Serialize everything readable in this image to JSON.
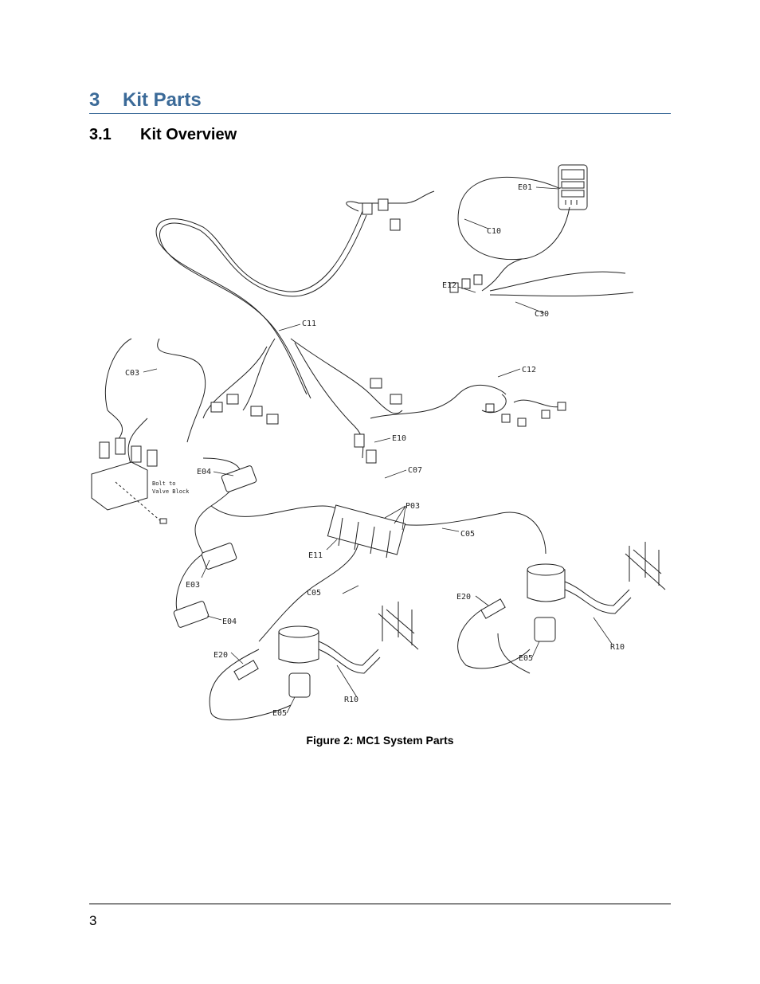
{
  "section": {
    "number": "3",
    "title": "Kit Parts"
  },
  "subsection": {
    "number": "3.1",
    "title": "Kit Overview"
  },
  "figure": {
    "caption": "Figure 2: MC1 System Parts",
    "callouts": {
      "e01": "E01",
      "c10": "C10",
      "e12": "E12",
      "c30": "C30",
      "c11": "C11",
      "c03": "C03",
      "c12": "C12",
      "e10": "E10",
      "c07": "C07",
      "e04a": "E04",
      "p03": "P03",
      "c05a": "C05",
      "e11": "E11",
      "e03": "E03",
      "e04b": "E04",
      "c05b": "C05",
      "e20a": "E20",
      "e20b": "E20",
      "r10a": "R10",
      "r10b": "R10",
      "e05a": "E05",
      "e05b": "E05"
    },
    "note_line1": "Bolt to",
    "note_line2": "Valve Block"
  },
  "footer": {
    "page_number": "3"
  },
  "colors": {
    "heading": "#3b6a98",
    "rule": "#3b6a98"
  }
}
